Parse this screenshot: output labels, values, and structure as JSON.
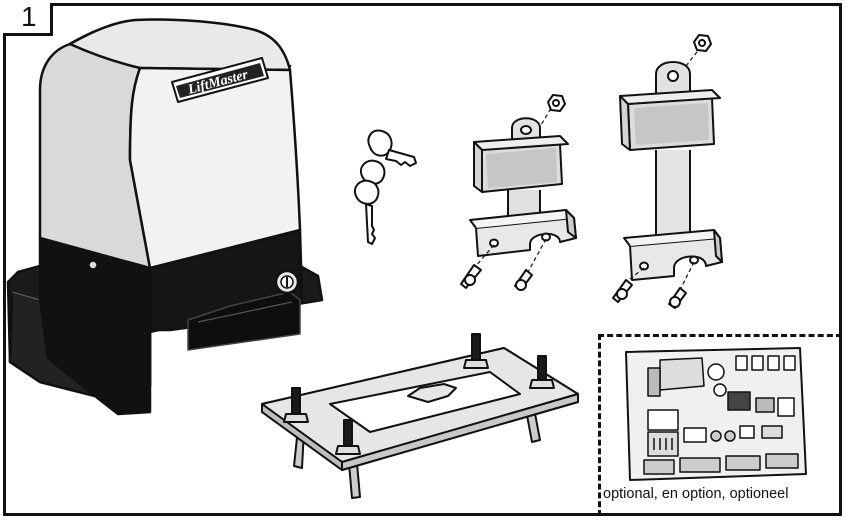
{
  "figure": {
    "step_number": "1",
    "brand_logo_text": "LiftMaster",
    "optional_caption": "optional, en option, optioneel"
  }
}
